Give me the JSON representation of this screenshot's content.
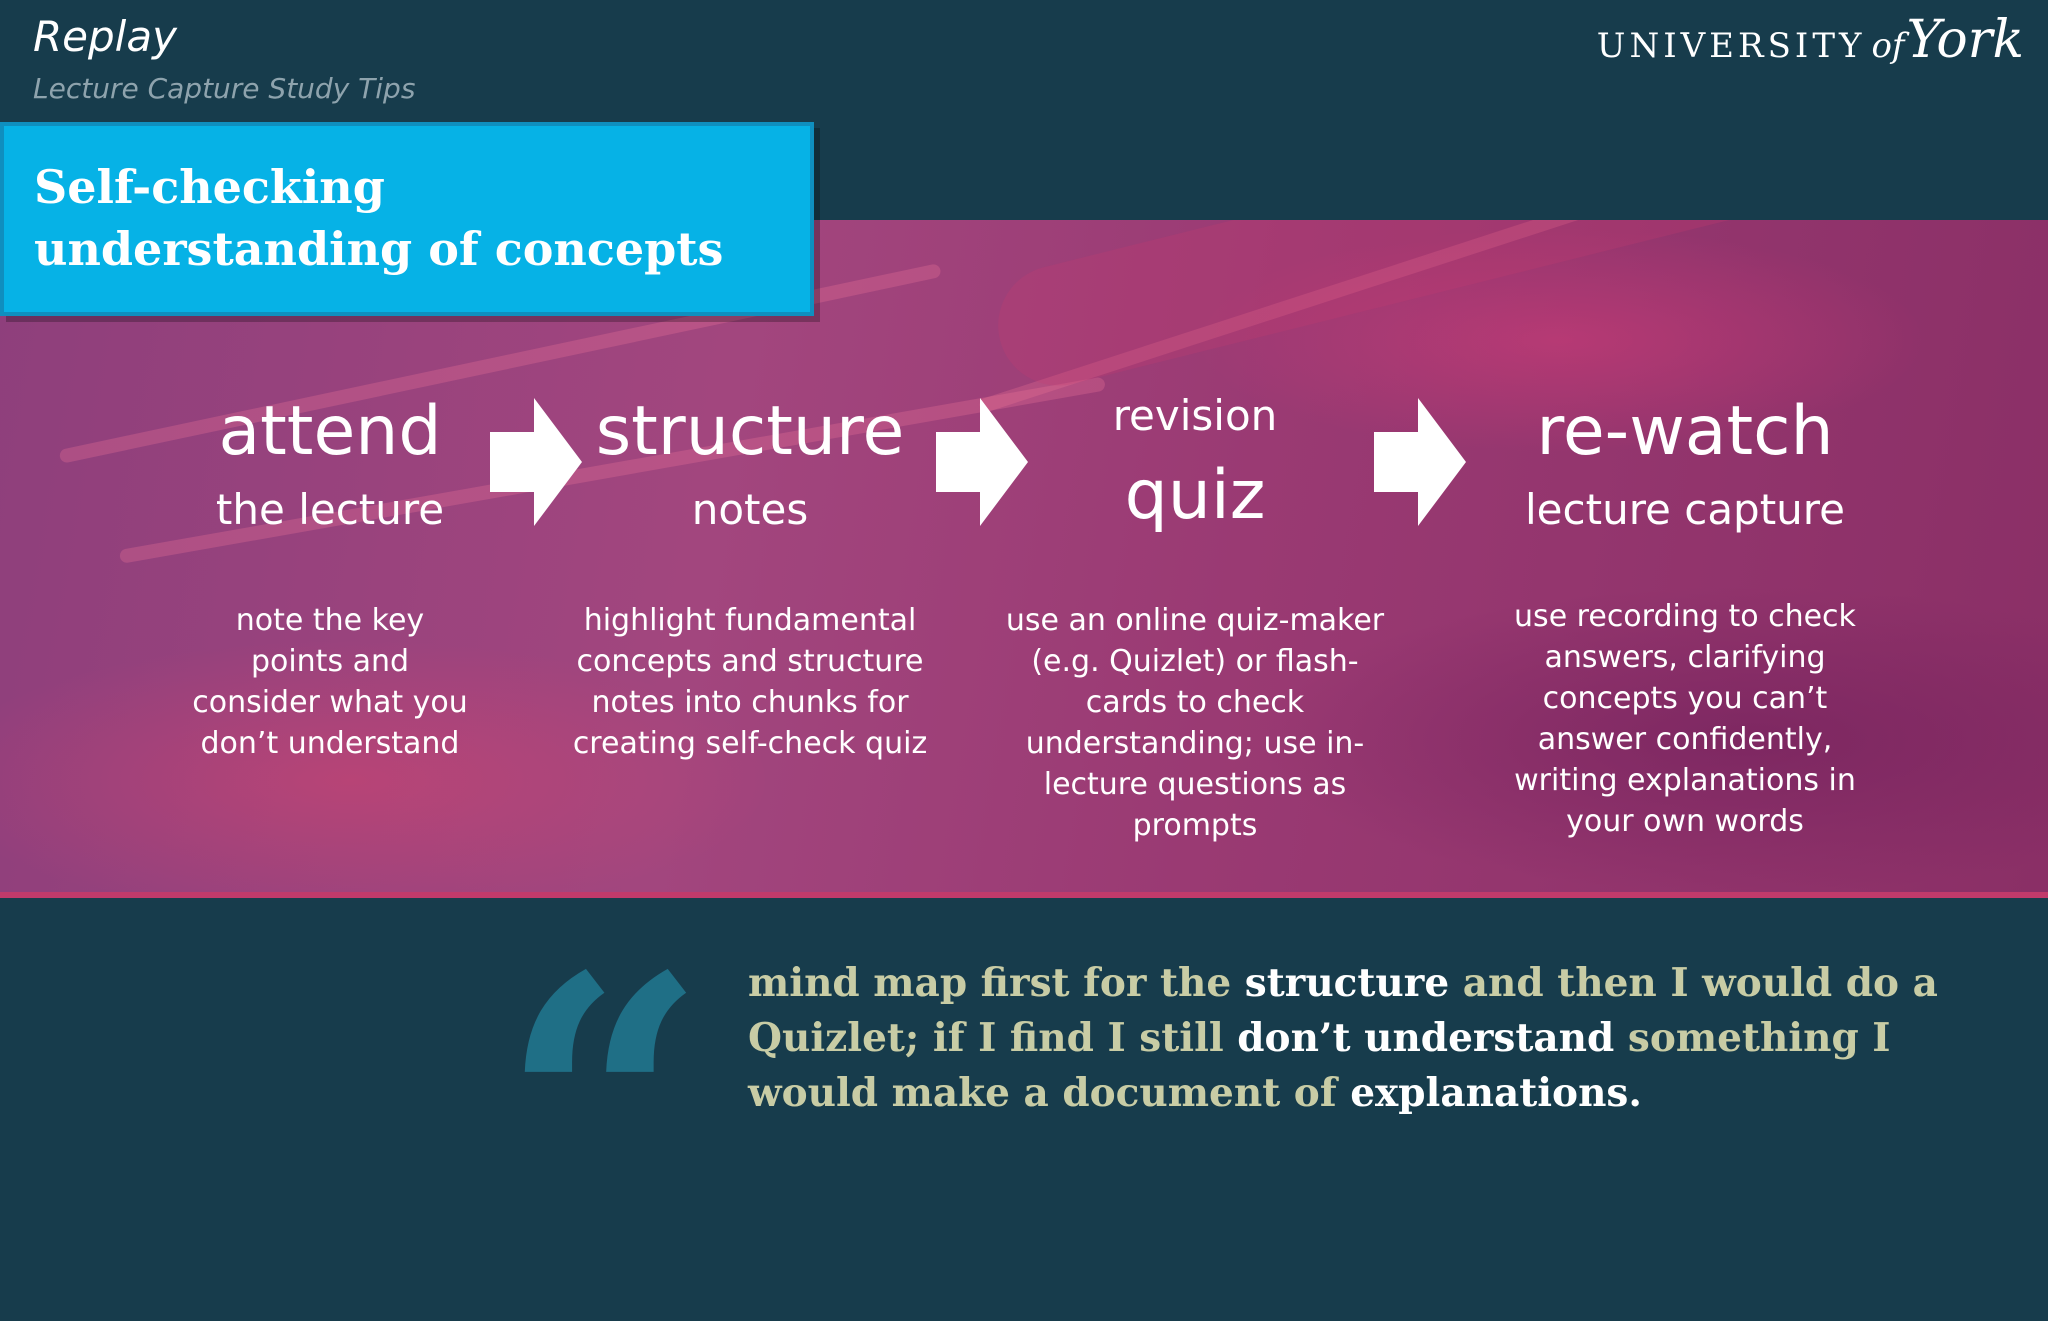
{
  "header": {
    "title": "Replay",
    "subtitle": "Lecture Capture Study Tips"
  },
  "logo": {
    "word": "UNIVERSITY",
    "of": "of",
    "york": "York"
  },
  "title_box": {
    "line1": "Self-checking",
    "line2": "understanding of concepts"
  },
  "steps": [
    {
      "main": "attend",
      "sub": "the lecture",
      "desc": [
        "note the key",
        "points and",
        "consider what you",
        "don’t understand"
      ]
    },
    {
      "main": "structure",
      "sub": "notes",
      "desc": [
        "highlight fundamental",
        "concepts and structure",
        "notes into chunks for",
        "creating self-check quiz"
      ]
    },
    {
      "pre": "revision",
      "main": "quiz",
      "desc": [
        "use an online quiz-maker",
        "(e.g. Quizlet) or flash-",
        "cards to check",
        "understanding; use in-",
        "lecture questions as",
        "prompts"
      ]
    },
    {
      "main": "re-watch",
      "sub": "lecture capture",
      "desc": [
        "use recording to check",
        "answers, clarifying",
        "concepts you can’t",
        "answer confidently,",
        "writing explanations in",
        "your own words"
      ]
    }
  ],
  "quote": {
    "mark": "“",
    "parts": [
      "mind map first for the ",
      "structure",
      " and then I would do a Quizlet; if I find I still ",
      "don’t understand",
      " something I would make a document of ",
      "explanations."
    ]
  },
  "colors": {
    "background": "#173c4c",
    "title_box": "#06b2e6",
    "band": "#9a3f78",
    "quote_text": "#c8cca5",
    "quote_mark": "#1f6f86"
  }
}
